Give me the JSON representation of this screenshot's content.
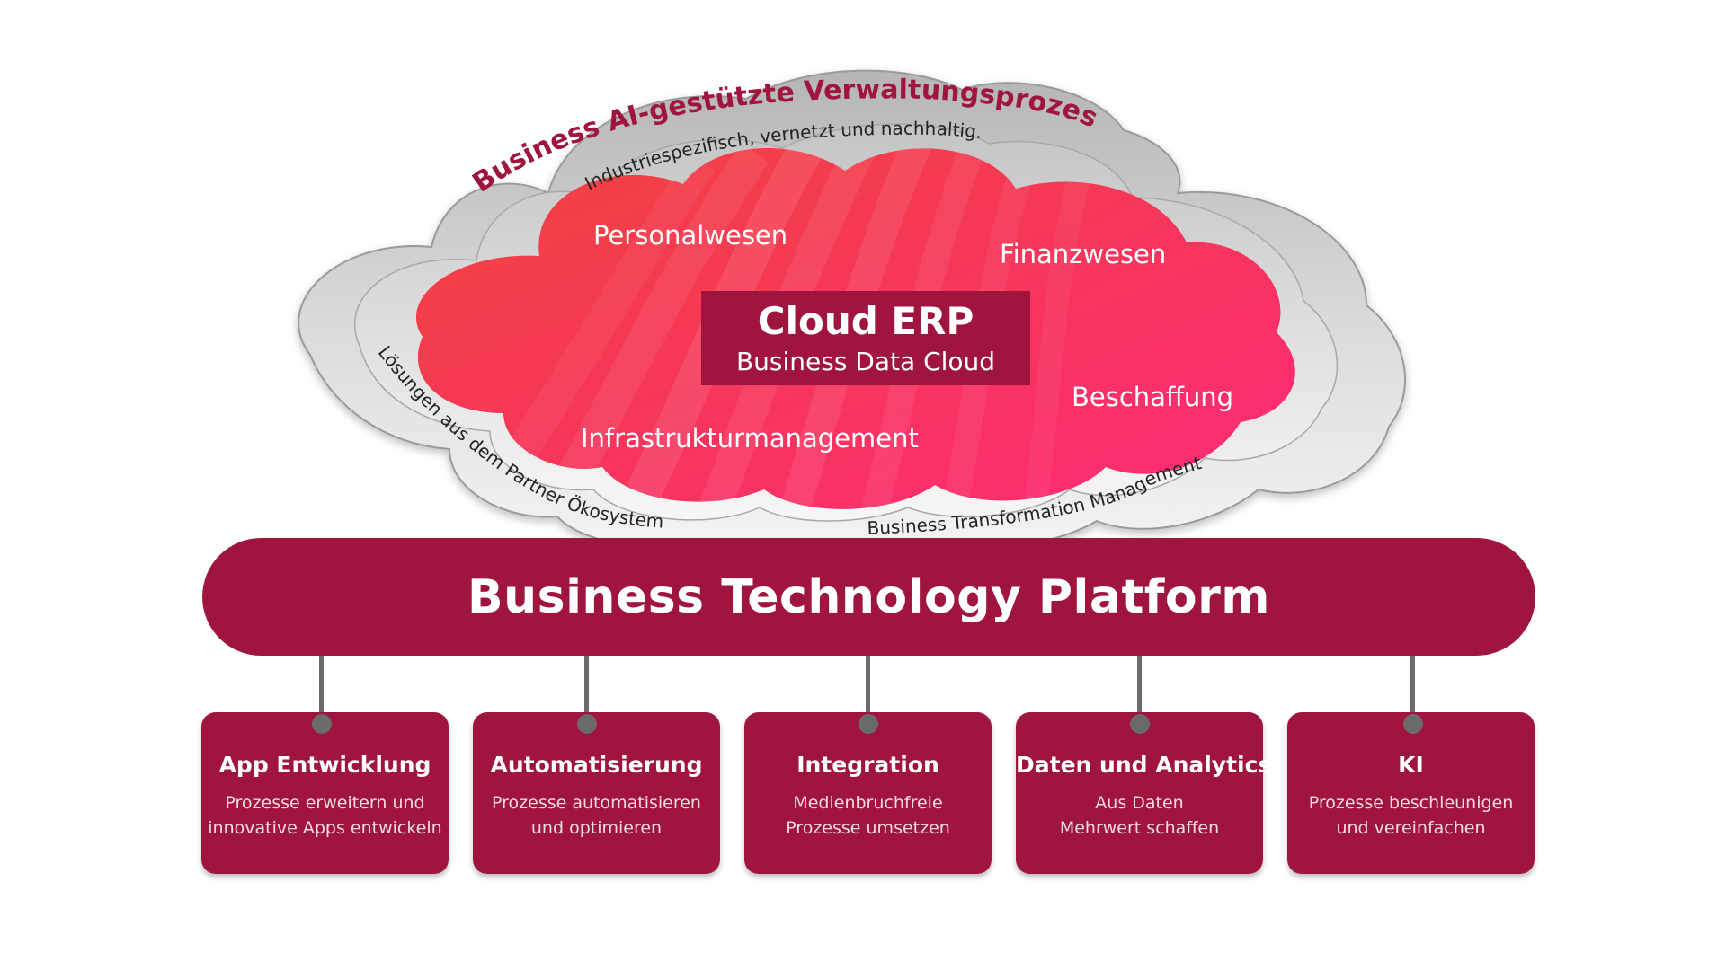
{
  "cloud": {
    "arc_title": "Business AI-gestützte Verwaltungsprozesse",
    "arc_subtitle": "Industriespezifisch,  vernetzt und nachhaltig.",
    "arc_left_bottom": "Lösungen aus  dem Partner Ökosystem",
    "arc_right_bottom": "Business Transformation  Management",
    "areas": {
      "top_left": "Personalwesen",
      "top_right": "Finanzwesen",
      "bottom_left": "Infrastrukturmanagement",
      "bottom_right": "Beschaffung"
    },
    "center_title": "Cloud ERP",
    "center_subtitle": "Business Data Cloud"
  },
  "platform": {
    "title": "Business Technology Platform"
  },
  "modules": [
    {
      "title": "App Entwicklung",
      "desc": [
        "Prozesse erweitern und",
        "innovative Apps entwickeln"
      ]
    },
    {
      "title": "Automatisierung",
      "desc": [
        "Prozesse automatisieren",
        "und optimieren"
      ]
    },
    {
      "title": "Integration",
      "desc": [
        "Medienbruchfreie",
        "Prozesse umsetzen"
      ]
    },
    {
      "title": "Daten und Analytics",
      "desc": [
        "Aus Daten",
        "Mehrwert schaffen"
      ]
    },
    {
      "title": "KI",
      "desc": [
        "Prozesse beschleunigen",
        "und vereinfachen"
      ]
    }
  ],
  "colors": {
    "brand": "#a0153e",
    "cloud_red": "#f23a52",
    "cloud_pink": "#ff2d6e",
    "cloud_gray": "#c9c9c9",
    "connector": "#6b6b6b"
  }
}
